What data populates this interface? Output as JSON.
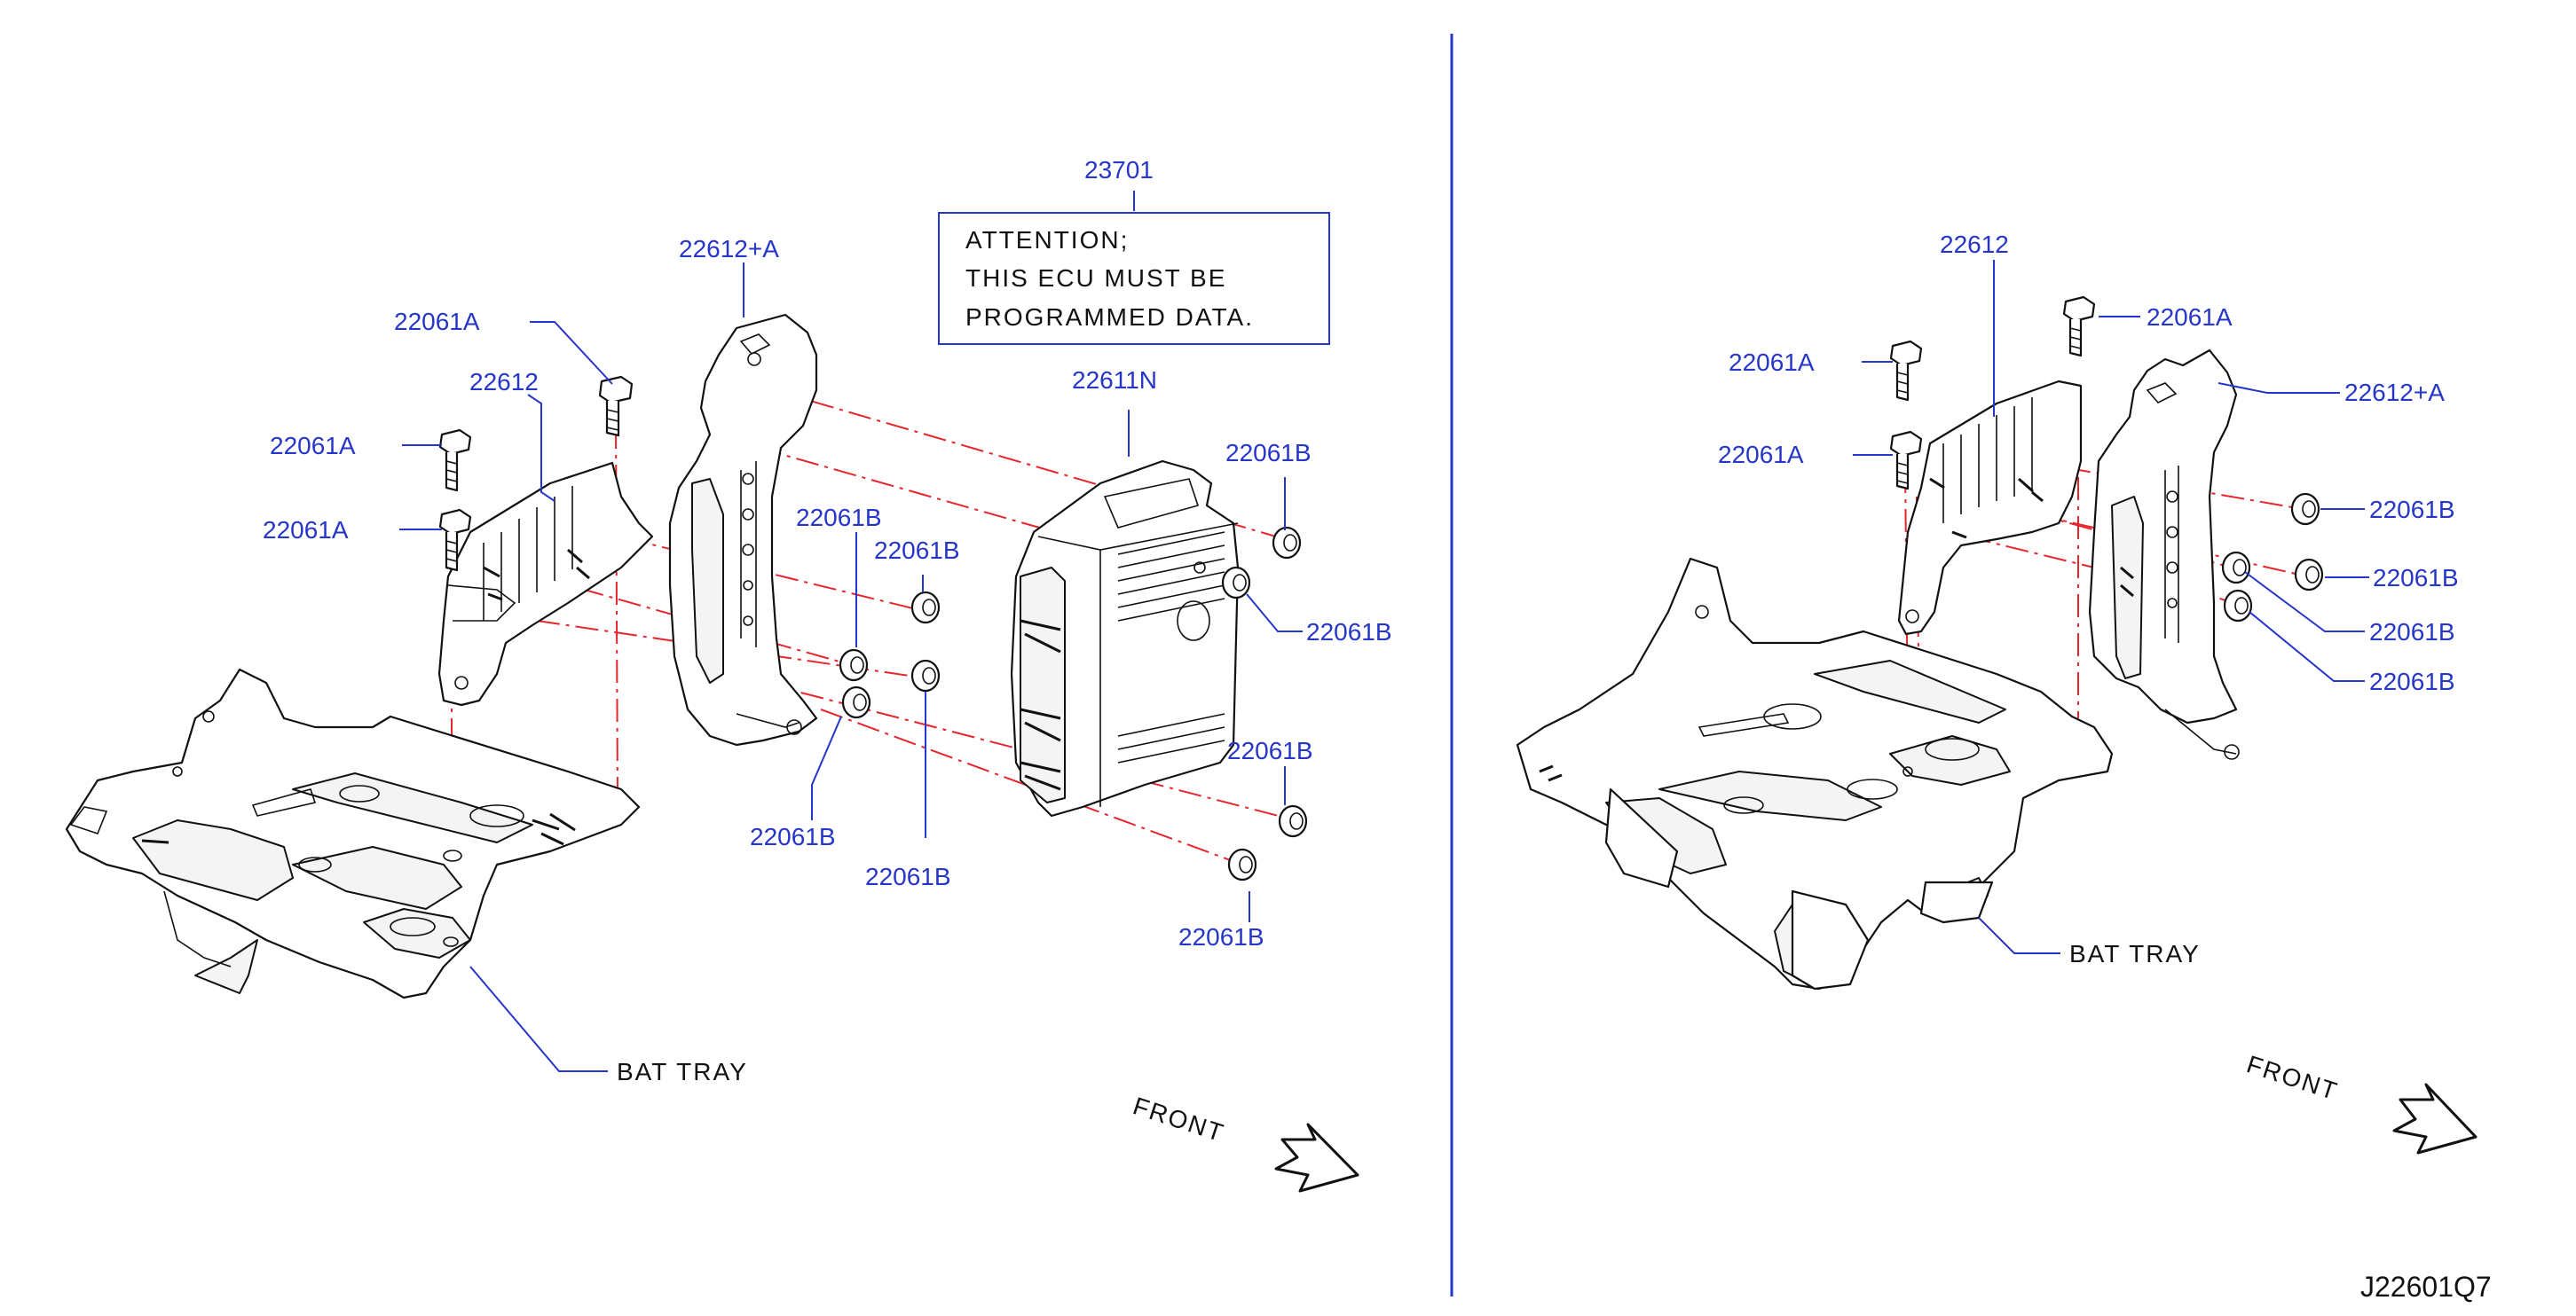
{
  "diagram_code": "J22601Q7",
  "notice": {
    "part_number": "23701",
    "lines": [
      "ATTENTION;",
      "THIS  ECU  MUST  BE",
      "PROGRAMMED  DATA."
    ]
  },
  "left_view": {
    "labels": {
      "bracket_a": "22612+A",
      "bracket": "22612",
      "ecu": "22611N",
      "bat_tray": "BAT  TRAY",
      "bolt_1": "22061A",
      "bolt_2": "22061A",
      "bolt_3": "22061A",
      "nut_1": "22061B",
      "nut_2": "22061B",
      "nut_3": "22061B",
      "nut_4": "22061B",
      "nut_5": "22061B",
      "nut_6": "22061B",
      "nut_7": "22061B"
    },
    "front": "FRONT"
  },
  "right_view": {
    "labels": {
      "bracket": "22612",
      "bracket_a": "22612+A",
      "bat_tray": "BAT  TRAY",
      "bolt_1": "22061A",
      "bolt_2": "22061A",
      "bolt_3": "22061A",
      "nut_1": "22061B",
      "nut_2": "22061B",
      "nut_3": "22061B",
      "nut_4": "22061B"
    },
    "front": "FRONT"
  },
  "colors": {
    "callout": "#2536c9",
    "centerline": "#e8242c",
    "divider": "#2536c9",
    "lines": "#111111"
  }
}
